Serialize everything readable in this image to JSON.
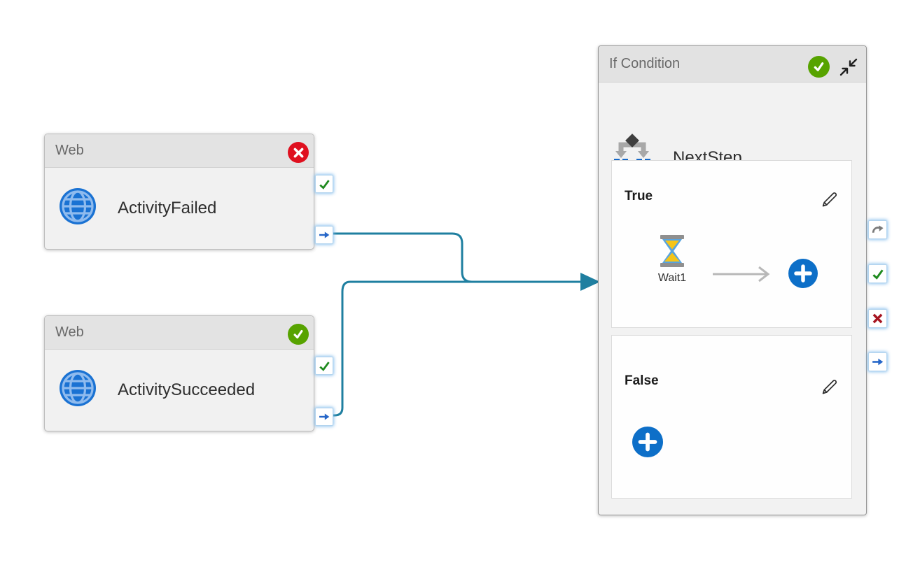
{
  "colors": {
    "connector": "#1f7fa0",
    "accent_blue": "#0d6fc8",
    "success_green": "#57a300",
    "error_red": "#df101f",
    "node_header_gray": "#e3e3e3",
    "node_body_gray": "#f1f1f1"
  },
  "nodes": {
    "web_failed": {
      "type_label": "Web",
      "name": "ActivityFailed",
      "status": "failed",
      "status_badge": "error-badge",
      "ports": [
        "success",
        "next"
      ]
    },
    "web_succeeded": {
      "type_label": "Web",
      "name": "ActivitySucceeded",
      "status": "succeeded",
      "status_badge": "success-badge",
      "ports": [
        "success",
        "next"
      ]
    },
    "if_condition": {
      "type_label": "If Condition",
      "name": "NextStep",
      "status": "succeeded",
      "status_badge": "success-badge",
      "ports": [
        "completion",
        "success",
        "failure",
        "next"
      ],
      "true_branch": {
        "label": "True",
        "activities": [
          {
            "type": "Wait",
            "name": "Wait1"
          }
        ]
      },
      "false_branch": {
        "label": "False",
        "activities": []
      }
    }
  },
  "connections": [
    {
      "from": "ActivityFailed.next",
      "to": "NextStep"
    },
    {
      "from": "ActivitySucceeded.next",
      "to": "NextStep"
    }
  ]
}
